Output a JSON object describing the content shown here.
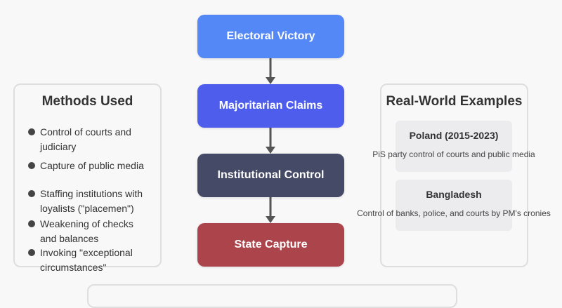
{
  "flow": {
    "steps": [
      {
        "label": "Electoral Victory",
        "color": "#5488f6"
      },
      {
        "label": "Majoritarian Claims",
        "color": "#4f5ded"
      },
      {
        "label": "Institutional Control",
        "color": "#454a66"
      },
      {
        "label": "State Capture",
        "color": "#ac444c"
      }
    ],
    "arrow_color": "#555555"
  },
  "methods": {
    "title": "Methods Used",
    "items": [
      "Control of courts and judiciary",
      "Capture of public media",
      "Staffing institutions with loyalists (\"placemen\")",
      "Weakening of checks and balances",
      "Invoking \"exceptional circumstances\""
    ]
  },
  "examples": {
    "title": "Real-World Examples",
    "items": [
      {
        "name": "Poland (2015-2023)",
        "description": "PiS party control of courts and public media"
      },
      {
        "name": "Bangladesh",
        "description": "Control of banks, police, and courts by PM's cronies"
      }
    ]
  }
}
